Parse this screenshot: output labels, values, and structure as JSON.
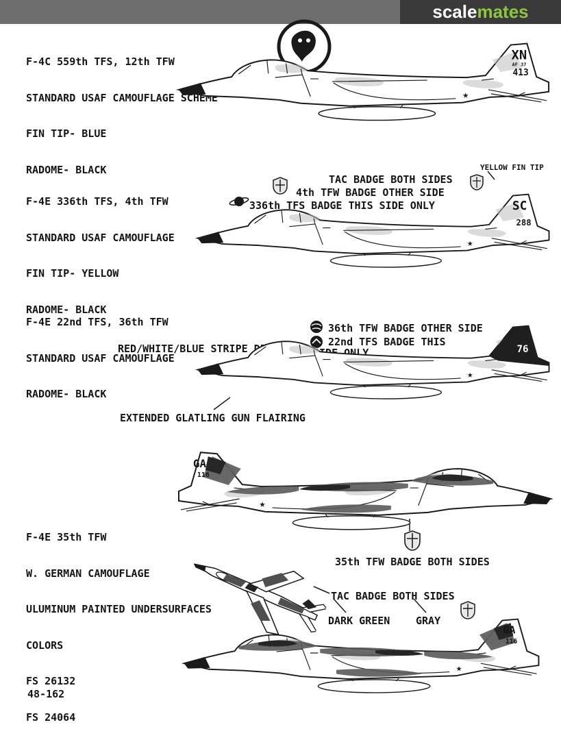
{
  "header": {
    "logo_part1": "scale",
    "logo_part2": "mates"
  },
  "colors": {
    "logo_green": "#8fc640",
    "header_bar_gray": "#6e6e6e",
    "logo_background": "#3a3a3a",
    "ink": "#141414",
    "page_background": "#ffffff"
  },
  "page_number": "48-162",
  "sections": [
    {
      "title_lines": [
        "F-4C 559th TFS, 12th TFW",
        "STANDARD USAF CAMOUFLAGE SCHEME",
        "FIN TIP- BLUE",
        "RADOME- BLACK"
      ],
      "tail": {
        "code": "XN",
        "serial": "AF 37",
        "number": "413"
      }
    },
    {
      "title_lines": [
        "F-4E 336th TFS, 4th TFW",
        "STANDARD USAF CAMOUFLAGE",
        "FIN TIP- YELLOW",
        "RADOME- BLACK"
      ],
      "tail": {
        "code": "SC",
        "number": "288"
      },
      "ann": {
        "fin_tip": "YELLOW FIN TIP",
        "tac": "TAC BADGE BOTH SIDES",
        "tfw": "4th TFW BADGE OTHER SIDE",
        "tfs": "336th TFS BADGE THIS SIDE ONLY"
      }
    },
    {
      "title_lines": [
        "F-4E 22nd TFS, 36th TFW",
        "STANDARD USAF CAMOUFLAGE",
        "RADOME- BLACK"
      ],
      "tail": {
        "number": "76"
      },
      "ann": {
        "tfw": "36th TFW BADGE OTHER SIDE",
        "tfs_line1": "22nd TFS BADGE THIS",
        "tfs_line2": "SIDE ONLY",
        "stripe": "RED/WHITE/BLUE STRIPE DECAL",
        "gun": "EXTENDED GLATLING GUN FLAIRING"
      }
    },
    {
      "title_lines": [
        "F-4E 35th TFW",
        "W. GERMAN CAMOUFLAGE",
        "ULUMINUM PAINTED UNDERSURFACES",
        "COLORS",
        "FS 26132",
        "FS 24064"
      ],
      "tail": {
        "code": "GA",
        "number": "116"
      },
      "ann": {
        "tfw": "35th TFW BADGE BOTH SIDES",
        "tac": "TAC BADGE BOTH SIDES",
        "dark_green": "DARK GREEN",
        "gray": "GRAY"
      }
    }
  ]
}
